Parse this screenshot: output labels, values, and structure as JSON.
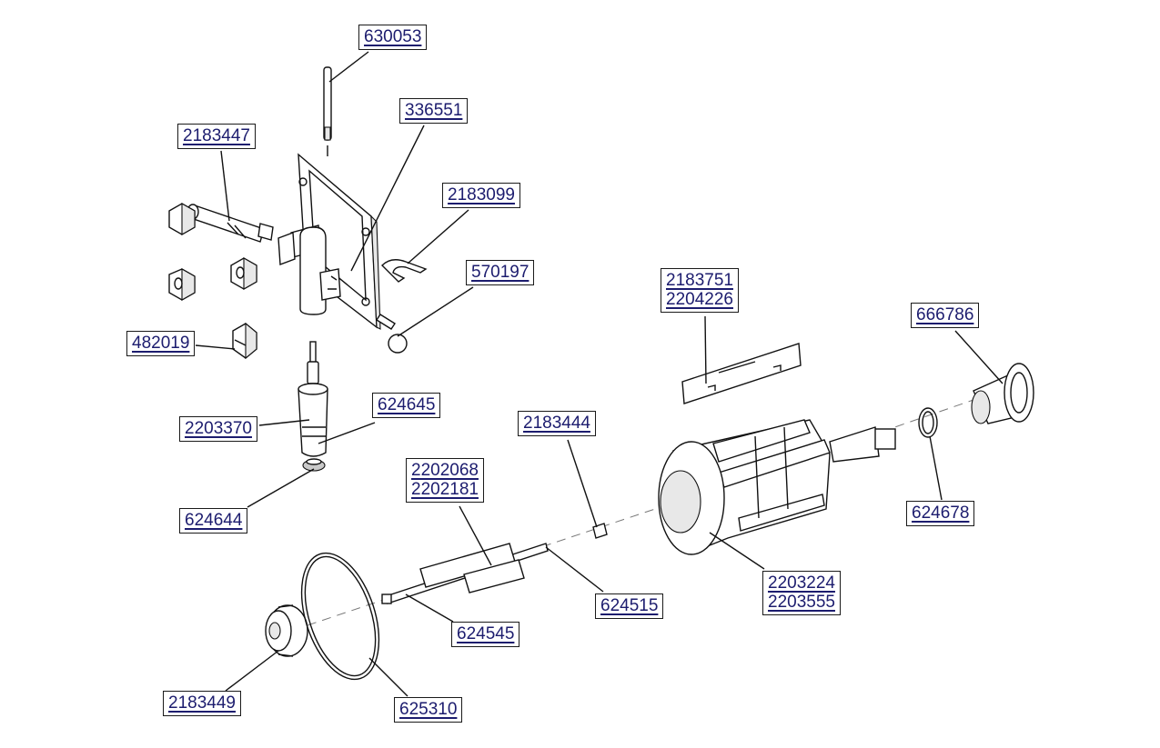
{
  "colors": {
    "label_text": "#1c1c6e",
    "border": "#1a1a1a",
    "background": "#ffffff"
  },
  "labels": {
    "p630053": [
      "630053"
    ],
    "p336551": [
      "336551"
    ],
    "p2183447": [
      "2183447"
    ],
    "p2183099": [
      "2183099"
    ],
    "p570197": [
      "570197"
    ],
    "p482019": [
      "482019"
    ],
    "p2183751": [
      "2183751",
      "2204226"
    ],
    "p666786": [
      "666786"
    ],
    "p2203370": [
      "2203370"
    ],
    "p624645": [
      "624645"
    ],
    "p2183444": [
      "2183444"
    ],
    "p624644": [
      "624644"
    ],
    "p2202068": [
      "2202068",
      "2202181"
    ],
    "p624678": [
      "624678"
    ],
    "p2203224": [
      "2203224",
      "2203555"
    ],
    "p624515": [
      "624515"
    ],
    "p624545": [
      "624545"
    ],
    "p2183449": [
      "2183449"
    ],
    "p625310": [
      "625310"
    ]
  }
}
